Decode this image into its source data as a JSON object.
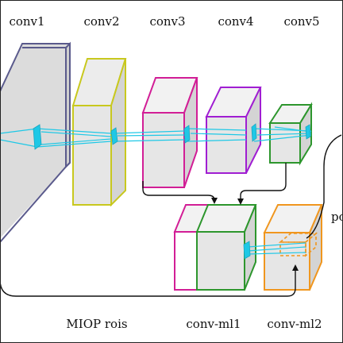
{
  "labels": {
    "conv1": "conv1",
    "conv2": "conv2",
    "conv3": "conv3",
    "conv4": "conv4",
    "conv5": "conv5",
    "miop_rois": "MIOP rois",
    "conv_ml1": "conv-ml1",
    "conv_ml2": "conv-ml2",
    "cut_label": "po"
  },
  "colors": {
    "conv1": "#5a5a8c",
    "conv2": "#c8c81e",
    "conv3": "#d21e96",
    "conv4": "#a01ed2",
    "conv5": "#2d962d",
    "conv_ml1_magenta": "#d21e96",
    "conv_ml1_green": "#2d962d",
    "conv_ml2": "#f0961e",
    "face": "#dcdcdc",
    "rays": "#1ec8e6",
    "arrows": "#111111"
  }
}
